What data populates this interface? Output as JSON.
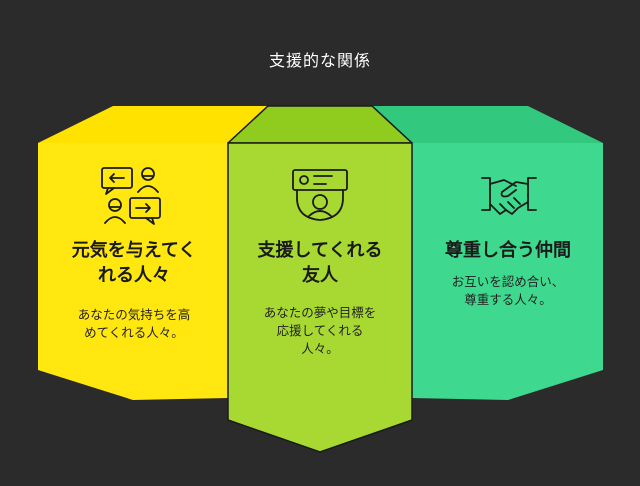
{
  "title": "支援的な関係",
  "colors": {
    "background": "#2b2b2b",
    "yellow": "#ffe70f",
    "yellow_top": "#ffe200",
    "green": "#a8d932",
    "green_top": "#8fcc1e",
    "teal": "#3ed98e",
    "teal_top": "#32c97f",
    "outline": "#1a1a1a"
  },
  "columns": [
    {
      "heading_line1": "元気を与えてく",
      "heading_line2": "れる人々",
      "desc_line1": "あなたの気持ちを高",
      "desc_line2": "めてくれる人々。",
      "desc_line3": "",
      "icon": "chat-people-icon"
    },
    {
      "heading_line1": "支援してくれる",
      "heading_line2": "友人",
      "desc_line1": "あなたの夢や目標を",
      "desc_line2": "応援してくれる",
      "desc_line3": "人々。",
      "icon": "support-device-icon"
    },
    {
      "heading_line1": "尊重し合う仲間",
      "heading_line2": "",
      "desc_line1": "お互いを認め合い、",
      "desc_line2": "尊重する人々。",
      "desc_line3": "",
      "icon": "handshake-icon"
    }
  ]
}
